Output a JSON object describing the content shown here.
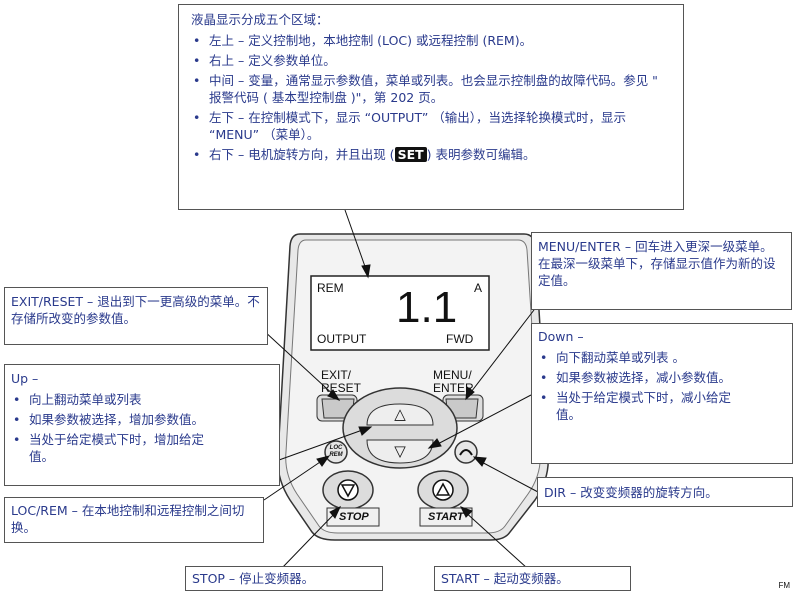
{
  "top_box": {
    "title": "液晶显示分成五个区域：",
    "items": [
      "左上 – 定义控制地，本地控制 (LOC) 或远程控制 (REM)。",
      "右上 – 定义参数单位。",
      "中间 – 变量，通常显示参数值，菜单或列表。也会显示控制盘的故障代码。参见 \" 报警代码 ( 基本型控制盘 )\"，第 202 页。",
      "左下 – 在控制模式下，显示 “OUTPUT” （输出），当选择轮换模式时，显示 “MENU” （菜单）。"
    ],
    "last_item_prefix": "右下 – 电机旋转方向，并且出现 (",
    "last_item_badge": "SET",
    "last_item_suffix": ") 表明参数可编辑。"
  },
  "lcd": {
    "top_left": "REM",
    "top_right": "A",
    "value": "1.1",
    "bottom_left": "OUTPUT",
    "bottom_right": "FWD"
  },
  "buttons": {
    "exit_label_1": "EXIT/",
    "exit_label_2": "RESET",
    "menu_label_1": "MENU/",
    "menu_label_2": "ENTER",
    "up_glyph": "△",
    "down_glyph": "▽",
    "loc_rem_1": "LOC",
    "loc_rem_2": "REM",
    "stop_label": "STOP",
    "start_label": "START"
  },
  "callouts": {
    "menu_enter": {
      "key": "MENU/ENTER",
      "text": " – 回车进入更深一级菜单。在最深一级菜单下，存储显示值作为新的设定值。"
    },
    "exit_reset": {
      "key": "EXIT/RESET",
      "text": " – 退出到下一更高级的菜单。不存储所改变的参数值。"
    },
    "down": {
      "title": "Down –",
      "items": [
        "向下翻动菜单或列表 。",
        "如果参数被选择，减小参数值。",
        "当处于给定模式下时，减小给定值。"
      ]
    },
    "up": {
      "title": "Up –",
      "items": [
        "向上翻动菜单或列表",
        "如果参数被选择，增加参数值。",
        "当处于给定模式下时，增加给定值。"
      ]
    },
    "dir": {
      "key": "DIR",
      "text": " – 改变变频器的旋转方向。"
    },
    "loc_rem": {
      "key": "LOC/REM",
      "text": " – 在本地控制和远程控制之间切换。"
    },
    "stop": {
      "key": "STOP",
      "text": " – 停止变频器。"
    },
    "start": {
      "key": "START",
      "text": " – 起动变频器。"
    }
  },
  "footer": "FM"
}
